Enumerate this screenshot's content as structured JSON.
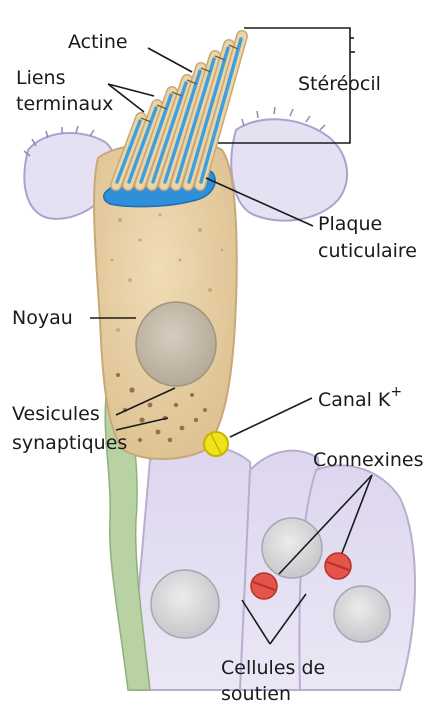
{
  "labels": {
    "actine": "Actine",
    "liens_line1": "Liens",
    "liens_line2": "terminaux",
    "stereocil": "Stéréocil",
    "plaque_line1": "Plaque",
    "plaque_line2": "cuticulaire",
    "noyau": "Noyau",
    "canal": "Canal K",
    "canal_sup": "+",
    "vesicules_line1": "Vesicules",
    "vesicules_line2": "synaptiques",
    "connexines": "Connexines",
    "cellules_line1": "Cellules de",
    "cellules_line2": "soutien"
  },
  "colors": {
    "hair_cell_body": "#e9d2a8",
    "hair_cell_outline": "#c9a878",
    "actin_blue": "#3e9fe0",
    "cuticular_plate": "#2f8fd8",
    "stereocilia_fill": "#ecd4a4",
    "nucleus": "#c4b8a6",
    "support_cells": "#e4def2",
    "support_outline": "#b8aed0",
    "membrane_purple": "#a9a3cf",
    "nerve_green": "#b9d2a4",
    "k_channel": "#f2e21c",
    "connexin": "#e4544a"
  }
}
